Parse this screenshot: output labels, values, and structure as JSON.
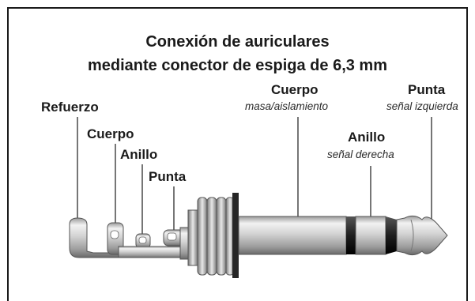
{
  "title": {
    "line1": "Conexión de auriculares",
    "line2": "mediante conector de espiga de 6,3 mm"
  },
  "labels": {
    "refuerzo": "Refuerzo",
    "cuerpo_small": "Cuerpo",
    "anillo_small": "Anillo",
    "punta_small": "Punta",
    "cuerpo_main": "Cuerpo",
    "cuerpo_main_sub": "masa/aislamiento",
    "anillo_main": "Anillo",
    "anillo_main_sub": "señal derecha",
    "punta_main": "Punta",
    "punta_main_sub": "señal izquierda"
  },
  "colors": {
    "frame": "#1a1a1a",
    "metal_light": "#e6e6e6",
    "metal_mid": "#b5b5b5",
    "metal_dark": "#6e6e6e",
    "insulator": "#2a2a2a",
    "leader": "#1a1a1a"
  }
}
